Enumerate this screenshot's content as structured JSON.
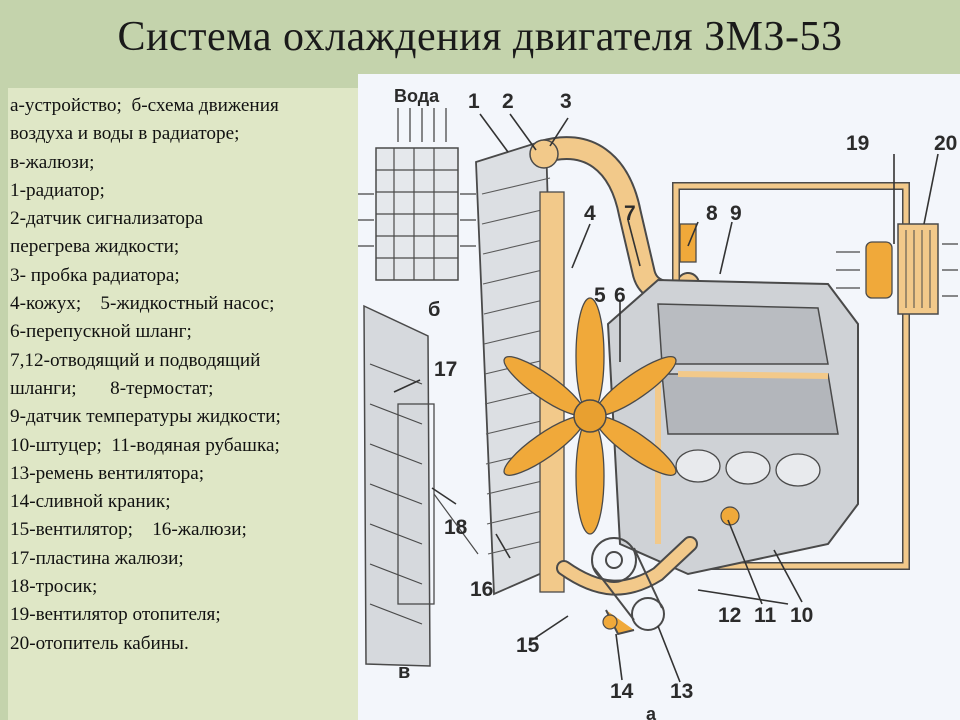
{
  "title": "Система охлаждения двигателя ЗМЗ-53",
  "legend": [
    "а-устройство;  б-схема движения",
    "воздуха и воды в радиаторе;",
    "в-жалюзи;",
    "1-радиатор;",
    "2-датчик сигнализатора",
    "перегрева жидкости;",
    "3- пробка радиатора;",
    "4-кожух;    5-жидкостный насос;",
    "6-перепускной шланг;",
    "7,12-отводящий и подводящий",
    "шланги;       8-термостат;",
    "9-датчик температуры жидкости;",
    "10-штуцер;  11-водяная рубашка;",
    "13-ремень вентилятора;",
    "14-сливной краник;",
    "15-вентилятор;    16-жалюзи;",
    "17-пластина жалюзи;",
    "18-тросик;",
    "19-вентилятор отопителя;",
    "20-отопитель кабины."
  ],
  "diagram": {
    "labels": {
      "water": "Вода",
      "b": "б",
      "v": "в",
      "a": "а",
      "n1": "1",
      "n2": "2",
      "n3": "3",
      "n4": "4",
      "n5": "5",
      "n6": "6",
      "n7": "7",
      "n8": "8",
      "n9": "9",
      "n10": "10",
      "n11": "11",
      "n12": "12",
      "n13": "13",
      "n14": "14",
      "n15": "15",
      "n16": "16",
      "n17": "17",
      "n18": "18",
      "n19": "19",
      "n20": "20"
    },
    "colors": {
      "coolant": "#f2c98a",
      "fan": "#f0a93a",
      "outline": "#4a4a4a",
      "metal": "#c9c9c9",
      "paper": "#f3f6fb"
    }
  }
}
